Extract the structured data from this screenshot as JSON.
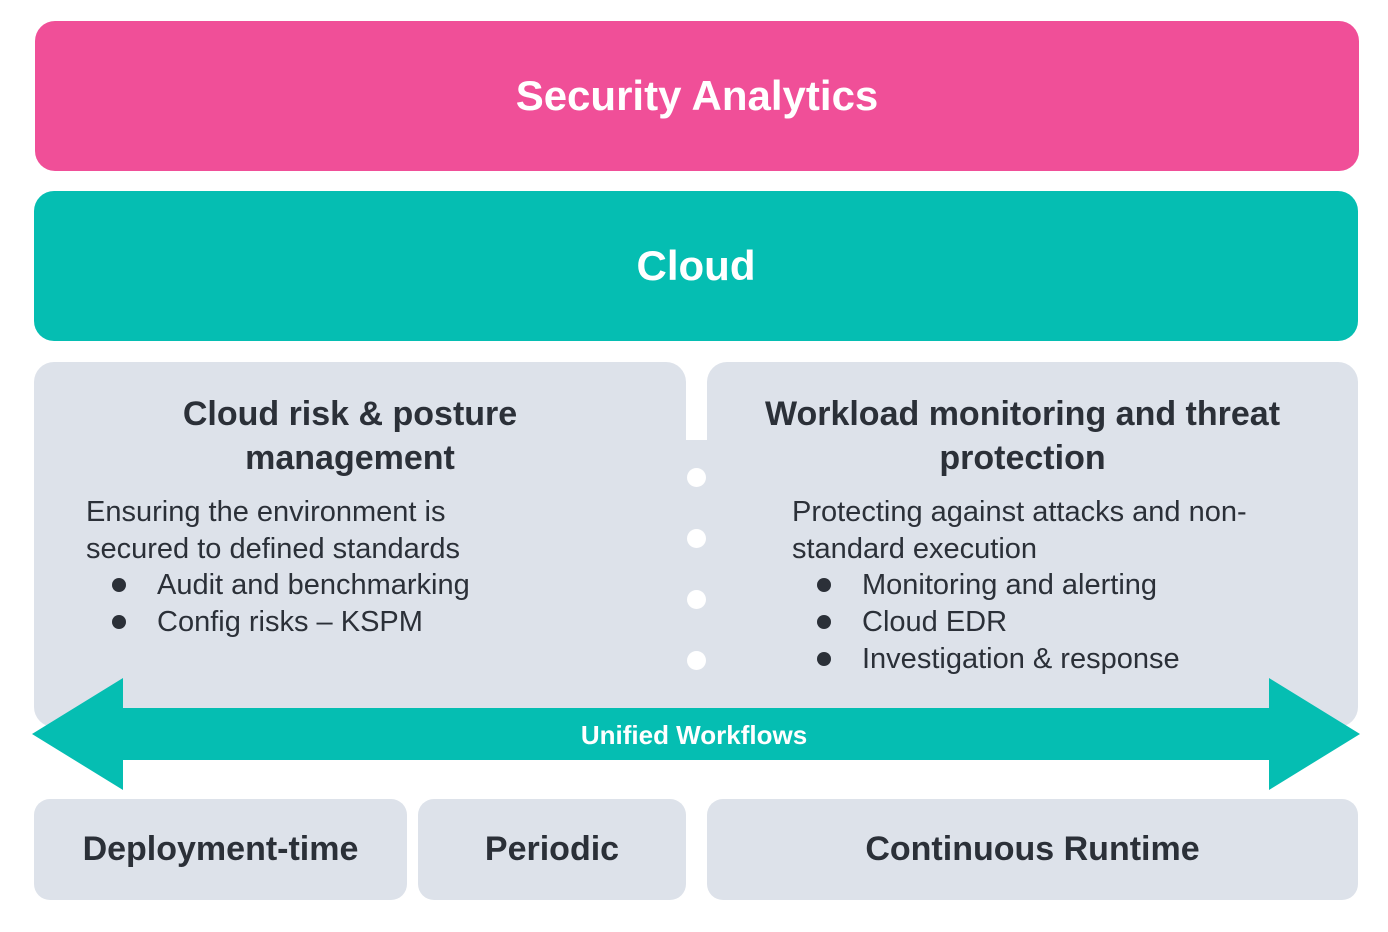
{
  "top_band": {
    "label": "Security Analytics",
    "color": "#f04f98"
  },
  "cloud_band": {
    "label": "Cloud",
    "color": "#05beb2"
  },
  "panels": [
    {
      "title": "Cloud risk & posture management",
      "description": "Ensuring the environment is secured to defined standards",
      "bullets": [
        "Audit and benchmarking",
        "Config risks – KSPM"
      ]
    },
    {
      "title": "Workload monitoring and threat protection",
      "description": "Protecting against attacks and non-standard execution",
      "bullets": [
        "Monitoring and alerting",
        "Cloud EDR",
        "Investigation & response"
      ]
    }
  ],
  "arrow": {
    "label": "Unified Workflows",
    "color": "#05beb2"
  },
  "timing_boxes": [
    "Deployment-time",
    "Periodic",
    "Continuous Runtime"
  ],
  "colors": {
    "panel_bg": "#dde2ea",
    "text_dark": "#2b3038"
  }
}
